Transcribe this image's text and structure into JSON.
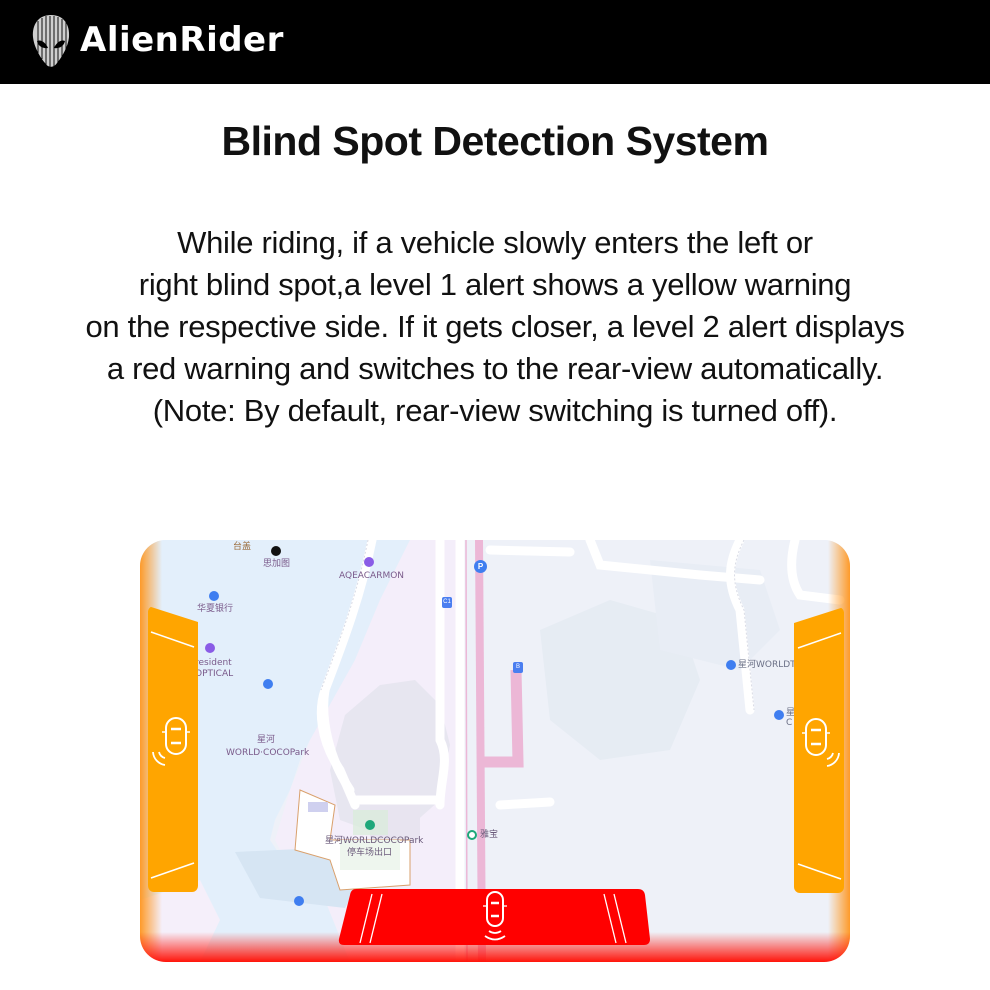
{
  "header": {
    "brand": "AlienRider",
    "logo_icon": "alien-skull-icon",
    "background": "#000000"
  },
  "title": "Blind Spot Detection System",
  "description": {
    "lines": [
      "While riding, if a vehicle slowly enters the left or",
      "right blind spot,a level 1 alert shows a yellow warning",
      "on the respective side. If it gets closer, a level 2 alert displays",
      "a red warning and switches to the rear-view automatically.",
      "(Note: By default, rear-view switching is turned off)."
    ]
  },
  "screen": {
    "left_alert": {
      "level": 1,
      "color": "#ffa500",
      "icon": "car-radar-icon"
    },
    "right_alert": {
      "level": 1,
      "color": "#ffa500",
      "icon": "car-radar-icon"
    },
    "rear_alert": {
      "level": 2,
      "color": "#ff0000",
      "icon": "car-radar-icon"
    },
    "map_labels": {
      "taigai": "台盖",
      "sijiatu": "思加图",
      "aqeacarmon": "AQEACARMON",
      "huaxia_bank": "华夏银行",
      "president": "resident",
      "optical": "OPTICAL",
      "xinghe": "星河",
      "coco_park": "WORLD·COCOPark",
      "parking_exit_1": "星河WORLDCOCOPark",
      "parking_exit_2": "停车场出口",
      "yabao": "雅宝",
      "xinghe_worldt": "星河WORLDT",
      "xinghe_c_1": "星",
      "xinghe_c_2": "C",
      "c1": "C1",
      "b": "B",
      "p": "P"
    },
    "colors": {
      "water": "#e3effb",
      "land": "#eef1f8",
      "park": "#f4eefa",
      "transit_line": "#ecb7d6"
    }
  }
}
